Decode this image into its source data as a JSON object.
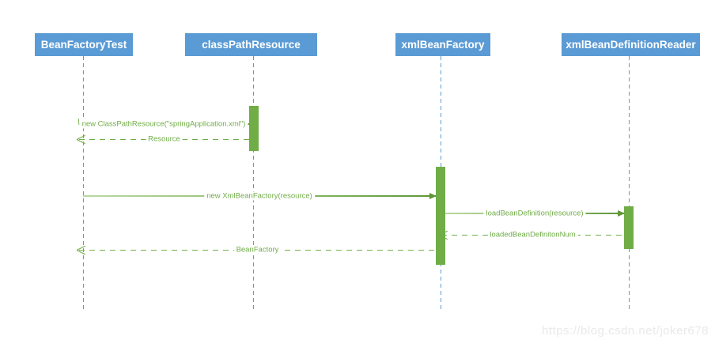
{
  "diagram_type": "uml-sequence",
  "participants": [
    {
      "label": "BeanFactoryTest"
    },
    {
      "label": "classPathResource"
    },
    {
      "label": "xmlBeanFactory"
    },
    {
      "label": "xmlBeanDefinitionReader"
    }
  ],
  "messages": [
    {
      "label": "new ClassPathResource(\"springApplication.xml\")",
      "kind": "sync",
      "from": "BeanFactoryTest",
      "to": "classPathResource"
    },
    {
      "label": "Resource",
      "kind": "return",
      "from": "classPathResource",
      "to": "BeanFactoryTest"
    },
    {
      "label": "new XmlBeanFactory(resource)",
      "kind": "sync",
      "from": "BeanFactoryTest",
      "to": "xmlBeanFactory"
    },
    {
      "label": "loadBeanDefinition(resource)",
      "kind": "sync",
      "from": "xmlBeanFactory",
      "to": "xmlBeanDefinitionReader"
    },
    {
      "label": "loadedBeanDefinitonNum",
      "kind": "return",
      "from": "xmlBeanDefinitionReader",
      "to": "xmlBeanFactory"
    },
    {
      "label": "BeanFactory",
      "kind": "return",
      "from": "xmlBeanFactory",
      "to": "BeanFactoryTest"
    }
  ],
  "watermark": {
    "text": "https://blog.csdn.net/joker678"
  },
  "colors": {
    "participant_bg": "#5b9bd5",
    "participant_text": "#ffffff",
    "lifeline": "#5b9bd5",
    "activation": "#70ad47",
    "message_green": "#70ad47",
    "watermark_gray": "#e9e9e9"
  }
}
